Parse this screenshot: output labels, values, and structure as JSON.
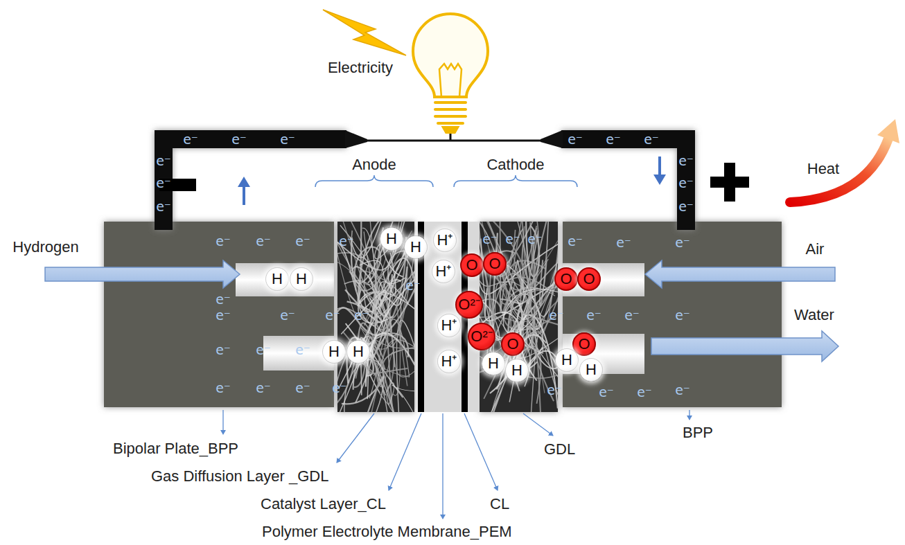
{
  "diagram": {
    "nodes": [
      {
        "text": [
          "H"
        ]
      },
      {
        "text": [
          "H"
        ]
      },
      {
        "text": [
          "H⁺"
        ]
      },
      {
        "text": [
          "O"
        ]
      },
      {
        "text": [
          "O"
        ]
      },
      {
        "text": [
          "H⁺"
        ]
      },
      {
        "text": [
          "H"
        ]
      },
      {
        "text": [
          "H"
        ]
      },
      {
        "text": [
          "O"
        ]
      },
      {
        "text": [
          "O"
        ]
      },
      {
        "text": [
          "O²⁻"
        ]
      },
      {
        "text": [
          "H⁺"
        ]
      },
      {
        "text": [
          "O²⁻"
        ]
      },
      {
        "text": [
          "O"
        ]
      },
      {
        "text": [
          "O"
        ]
      },
      {
        "text": [
          "H"
        ]
      },
      {
        "text": [
          "H"
        ]
      },
      {
        "text": [
          "H⁺"
        ]
      },
      {
        "text": [
          "H"
        ]
      },
      {
        "text": [
          "H"
        ]
      },
      {
        "text": [
          "H"
        ]
      },
      {
        "text": [
          "H"
        ]
      }
    ],
    "labels": [
      "Electricity",
      "Anode",
      "Cathode",
      "Heat",
      "Hydrogen",
      "Air",
      "Water",
      "Bipolar Plate_BPP",
      "Gas Diffusion Layer _GDL",
      "Catalyst Layer_CL",
      "Polymer Electrolyte Membrane_PEM",
      "CL",
      "GDL",
      "BPP",
      "e⁻",
      "e⁻",
      "e⁻",
      "e⁻",
      "e⁻",
      "e⁻",
      "e⁻",
      "e⁻",
      "e⁻",
      "e⁻",
      "e⁻",
      "e⁻",
      "e⁻",
      "e⁻",
      "e⁻",
      "e⁻",
      "e⁻",
      "e⁻",
      "e⁻",
      "e⁻",
      "e⁻",
      "e⁻",
      "e⁻",
      "e⁻",
      "e⁻",
      "e⁻",
      "e⁻",
      "e⁻",
      "e⁻",
      "e⁻",
      "e⁻",
      "e⁻",
      "e⁻",
      "e⁻",
      "e⁻",
      "e⁻",
      "e⁻",
      "e⁻",
      "e⁻",
      "e⁻",
      "e⁻",
      "e⁻",
      "e⁻"
    ]
  }
}
